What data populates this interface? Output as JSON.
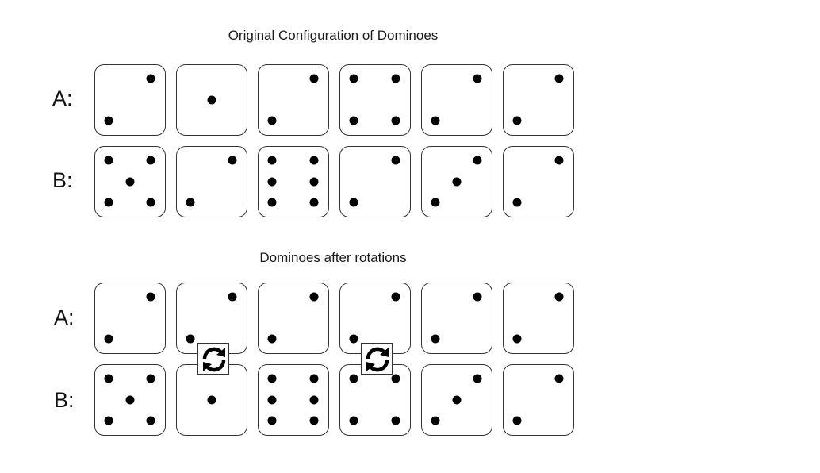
{
  "sections": [
    {
      "title": "Original Configuration of Dominoes",
      "rows": [
        {
          "label": "A:",
          "values": [
            2,
            1,
            2,
            4,
            2,
            2
          ]
        },
        {
          "label": "B:",
          "values": [
            5,
            2,
            6,
            2,
            3,
            2
          ]
        }
      ]
    },
    {
      "title": "Dominoes after rotations",
      "rows": [
        {
          "label": "A:",
          "values": [
            2,
            2,
            2,
            2,
            2,
            2
          ]
        },
        {
          "label": "B:",
          "values": [
            5,
            1,
            6,
            4,
            3,
            2
          ]
        }
      ],
      "rotated_columns": [
        2,
        4
      ]
    }
  ],
  "rotation_icon": "rotate-arrows-icon"
}
